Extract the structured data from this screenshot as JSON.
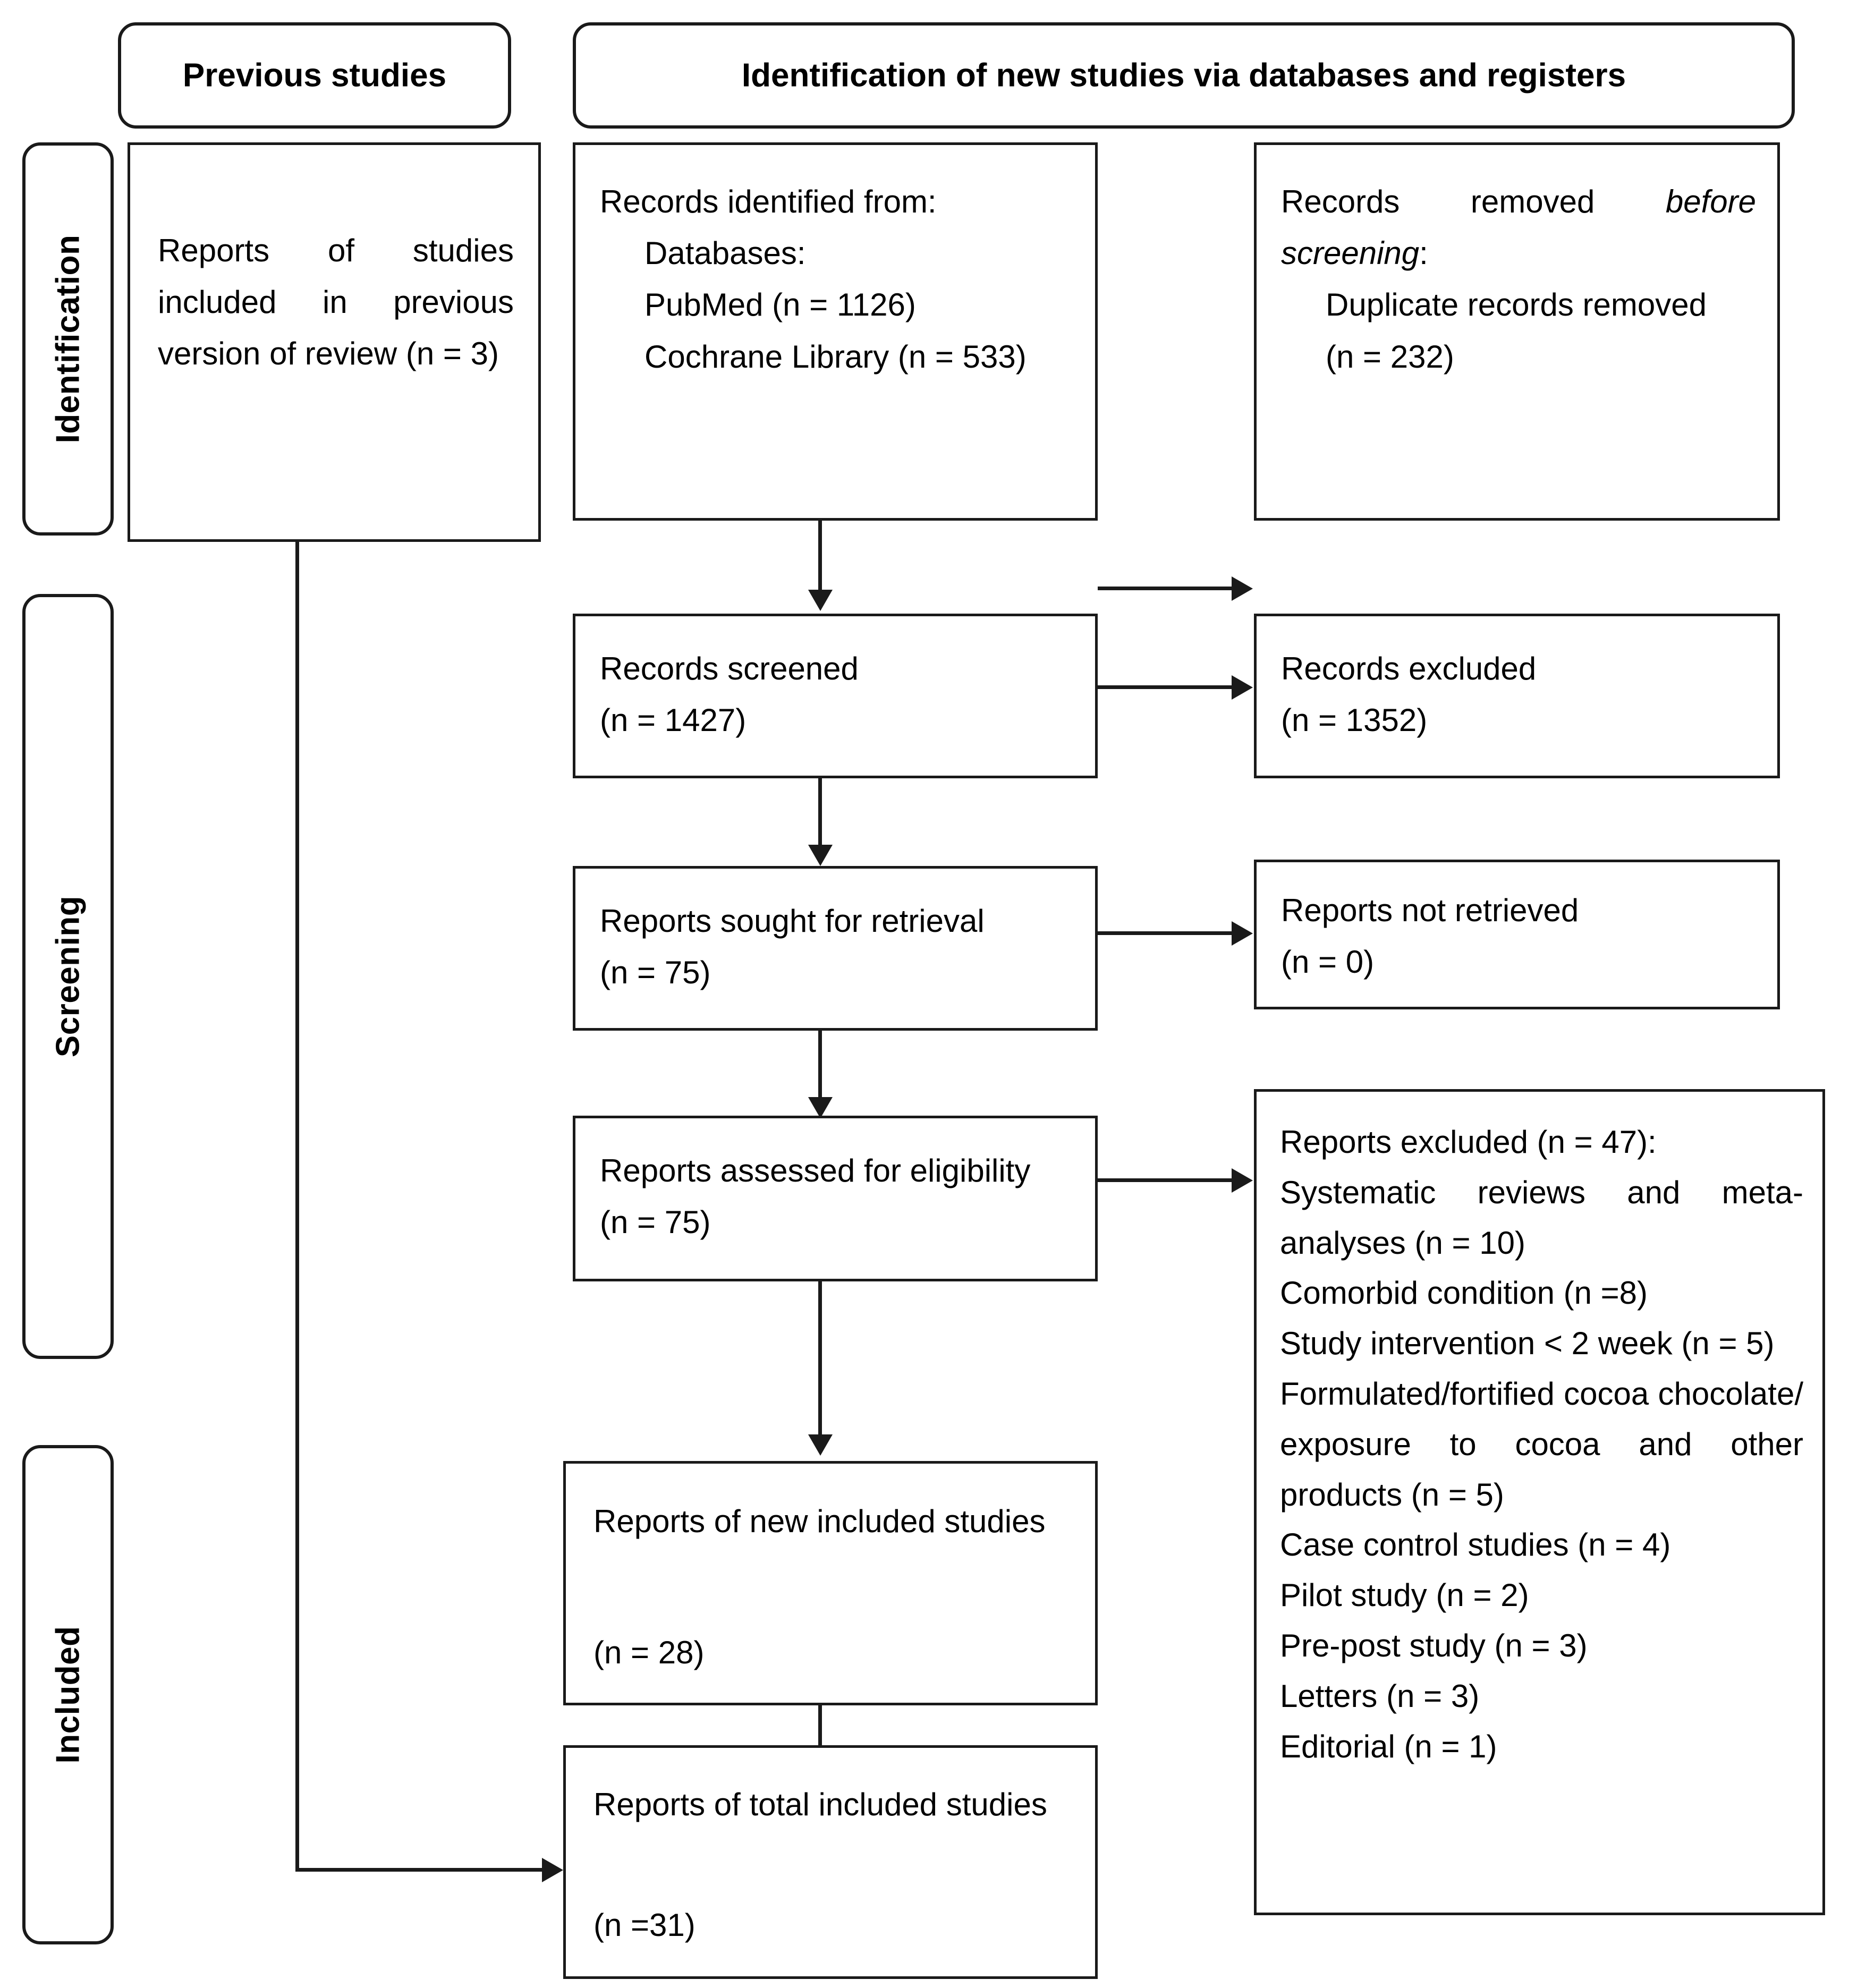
{
  "headers": {
    "previous_studies": "Previous studies",
    "new_identification": "Identification of new studies via databases and registers"
  },
  "phases": {
    "identification": "Identification",
    "screening": "Screening",
    "included": "Included"
  },
  "boxes": {
    "previous_included": {
      "line1": "Reports of studies included in previous version of review (n = 3)"
    },
    "records_identified": {
      "line1": "Records identified from:",
      "line2": "Databases:",
      "line3": "PubMed (n = 1126)",
      "line4": "Cochrane Library (n = 533)"
    },
    "records_removed": {
      "line1": "Records removed ",
      "line1_italic": "before screening",
      "line1_tail": ":",
      "line2": "Duplicate records removed",
      "line3": "(n = 232)"
    },
    "records_screened": {
      "line1": "Records screened",
      "line2": "(n = 1427)"
    },
    "records_excluded": {
      "line1": "Records excluded",
      "line2": "(n = 1352)"
    },
    "reports_sought": {
      "line1": "Reports sought for retrieval",
      "line2": "(n = 75)"
    },
    "reports_not_retrieved": {
      "line1": "Reports not retrieved",
      "line2": "(n = 0)"
    },
    "reports_assessed": {
      "line1": "Reports assessed for eligibility",
      "line2": "(n = 75)"
    },
    "reports_excluded_detail": {
      "heading": "Reports excluded (n = 47):",
      "items": [
        "Systematic reviews and meta-analyses (n = 10)",
        "Comorbid condition (n =8)",
        "Study intervention < 2 week (n = 5)",
        "Formulated/fortified cocoa chocolate/ exposure to cocoa and other products (n = 5)",
        "Case control studies (n = 4)",
        "Pilot study (n = 2)",
        "Pre-post study (n = 3)",
        "Letters (n = 3)",
        "Editorial (n = 1)"
      ]
    },
    "new_included": {
      "line1": "Reports of new included studies",
      "line2": "(n = 28)"
    },
    "total_included": {
      "line1": "Reports of total included studies",
      "line2": "(n =31)"
    }
  },
  "colors": {
    "line": "#1a1a1a",
    "background": "#ffffff"
  }
}
